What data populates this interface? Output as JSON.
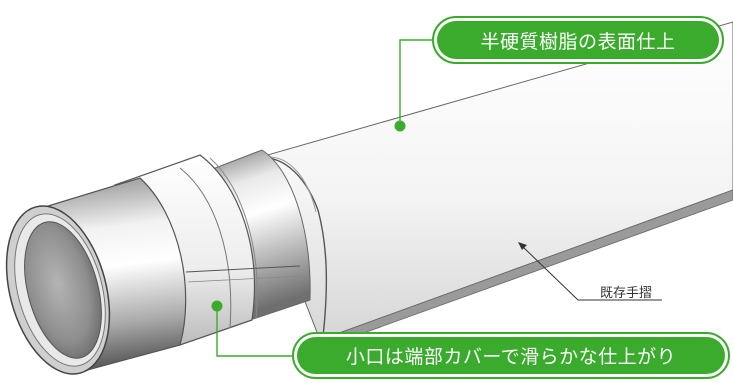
{
  "callouts": {
    "surface_finish": "半硬質樹脂の表面仕上",
    "end_cover": "小口は端部カバーで滑らかな仕上がり"
  },
  "labels": {
    "existing_handrail": "既存手摺"
  },
  "colors": {
    "accent_green": "#3aab2c",
    "leader_gray": "#333333"
  }
}
